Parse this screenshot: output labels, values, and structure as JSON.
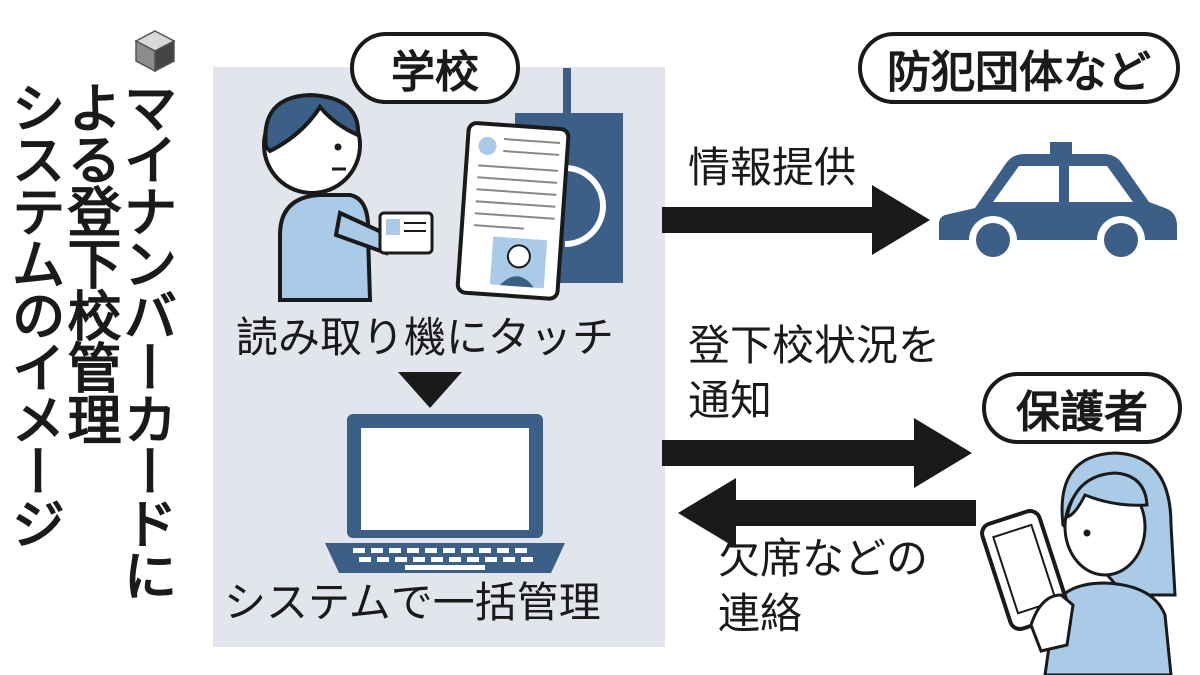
{
  "title": {
    "line1": "マイナンバーカードに",
    "line2": "よる登下校管理",
    "line3": "システムのイメージ"
  },
  "nodes": {
    "school": "学校",
    "crime_prevention": "防犯団体など",
    "guardian": "保護者"
  },
  "steps": {
    "touch": "読み取り機にタッチ",
    "system": "システムで一括管理"
  },
  "arrows": {
    "info": "情報提供",
    "notify_line1": "登下校状況を",
    "notify_line2": "通知",
    "absent_line1": "欠席などの",
    "absent_line2": "連絡"
  },
  "colors": {
    "panel": "#e3e5ec",
    "accent_blue": "#3b5f86",
    "light_blue": "#a9cbe8",
    "ink": "#1a1a1a"
  },
  "icons": [
    "cube-icon",
    "student-icon",
    "mynumber-card-icon",
    "card-reader-icon",
    "laptop-icon",
    "car-icon",
    "parent-with-phone-icon"
  ]
}
